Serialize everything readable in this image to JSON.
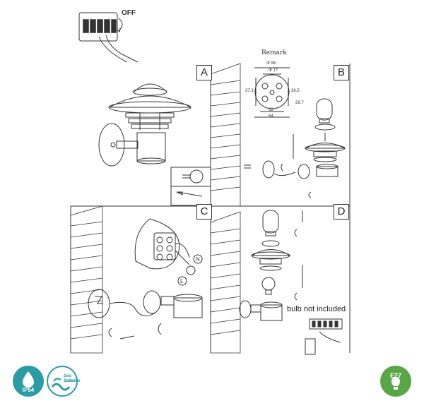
{
  "power_switch": {
    "label": "OFF"
  },
  "panels": {
    "a": {
      "label": "A"
    },
    "b": {
      "label": "B"
    },
    "c": {
      "label": "C"
    },
    "d": {
      "label": "D"
    }
  },
  "remark": {
    "title": "Remark",
    "dims": {
      "d96": "Φ 96",
      "d17": "Φ 17",
      "w373": "37.3",
      "w365": "36.5",
      "h297": "29.7",
      "w32": "32",
      "w64": "64"
    }
  },
  "wiring": {
    "neutral": "N",
    "live": "L"
  },
  "note": {
    "bulb": "bulb not included"
  },
  "badges": {
    "ip": {
      "label": "IP54",
      "color": "#2a9ca3"
    },
    "seaside": {
      "line1": "Sea Side",
      "line2": "Suitable",
      "color": "#2a9ca3"
    },
    "socket": {
      "label": "E27",
      "color": "#5aa646"
    }
  }
}
